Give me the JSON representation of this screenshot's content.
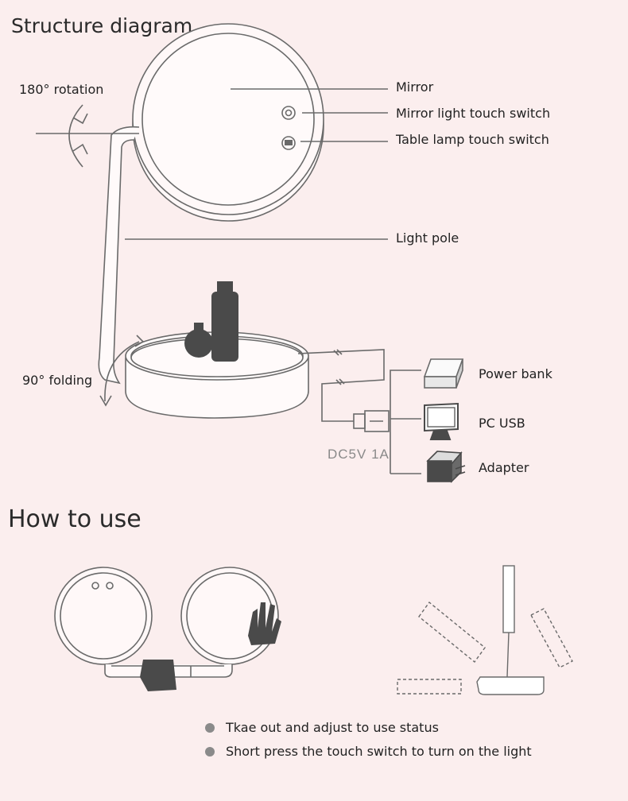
{
  "titles": {
    "structure": "Structure diagram",
    "how_to_use": "How to use"
  },
  "labels": {
    "rotation": "180° rotation",
    "folding": "90° folding",
    "mirror": "Mirror",
    "mirror_switch": "Mirror light touch switch",
    "lamp_switch": "Table lamp touch switch",
    "light_pole": "Light pole",
    "power_bank": "Power bank",
    "pc_usb": "PC USB",
    "adapter": "Adapter",
    "dc": "DC5V 1A"
  },
  "instructions": [
    "Tkae out and adjust to use status",
    "Short press the touch switch to turn on the light"
  ],
  "colors": {
    "background": "#fbeeee",
    "stroke": "#6a6a6a",
    "dark_fill": "#4a4a4a",
    "bullet": "#8a8a8a"
  }
}
